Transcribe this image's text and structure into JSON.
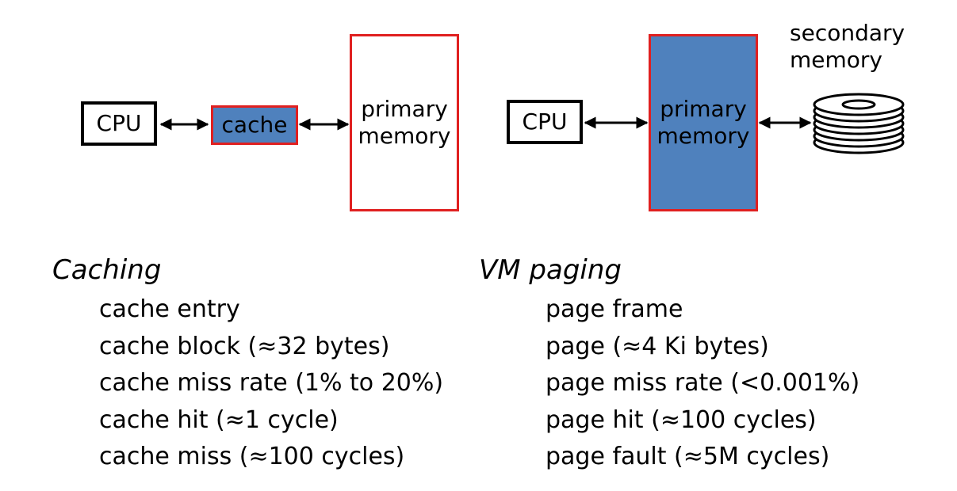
{
  "caching_diagram": {
    "cpu_label": "CPU",
    "cache_label": "cache",
    "primary_memory_line1": "primary",
    "primary_memory_line2": "memory"
  },
  "vm_diagram": {
    "cpu_label": "CPU",
    "primary_memory_line1": "primary",
    "primary_memory_line2": "memory",
    "secondary_memory_line1": "secondary",
    "secondary_memory_line2": "memory",
    "disk_icon": "disk-stack-icon"
  },
  "colors": {
    "box_fill_blue": "#4f81bd",
    "box_border_red": "#e02020"
  },
  "caching": {
    "heading": "Caching",
    "items": [
      "cache entry",
      "cache block (≈32 bytes)",
      "cache miss rate (1% to 20%)",
      "cache hit (≈1 cycle)",
      "cache miss (≈100 cycles)"
    ]
  },
  "vm_paging": {
    "heading": "VM paging",
    "items": [
      "page frame",
      "page (≈4 Ki bytes)",
      "page miss rate (<0.001%)",
      "page hit (≈100 cycles)",
      "page fault (≈5M cycles)"
    ]
  }
}
